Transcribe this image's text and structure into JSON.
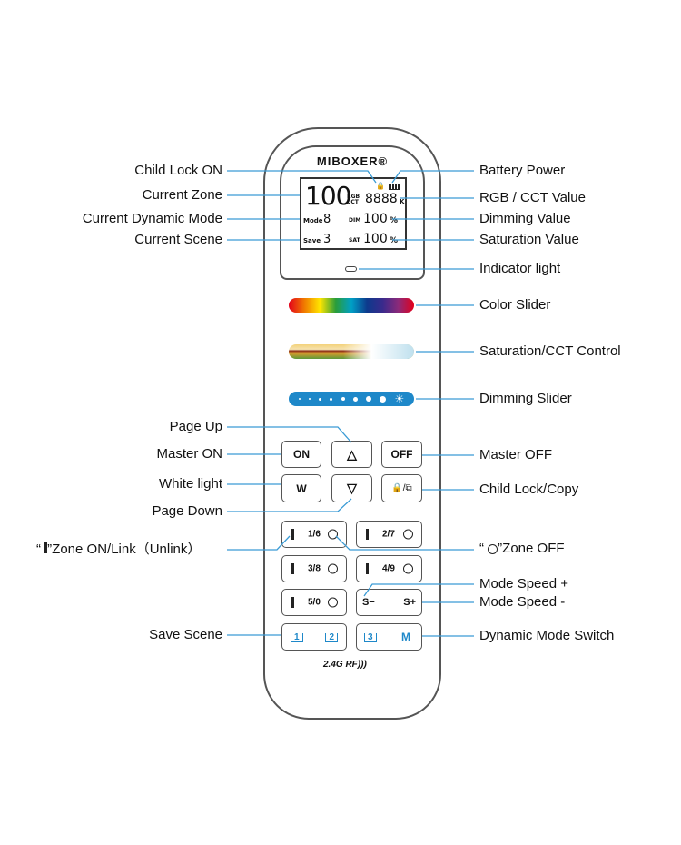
{
  "brand": "MIBOXER®",
  "lcd": {
    "zone": "100",
    "rgb": "RGB",
    "cct": "CCT",
    "value": "8888",
    "unit": "K",
    "mode_label": "Mode",
    "mode_value": "8",
    "save_label": "Save",
    "save_value": "3",
    "dim_label": "DIM",
    "dim_value": "100",
    "sat_label": "SAT",
    "sat_value": "100",
    "percent": "%"
  },
  "buttons": {
    "on": "ON",
    "off": "OFF",
    "w": "W",
    "page_up": "△",
    "page_down": "▽",
    "lock_copy": "🔒/⧉",
    "zones": [
      "1/6",
      "2/7",
      "3/8",
      "4/9",
      "5/0"
    ],
    "speed_minus": "S−",
    "speed_plus": "S+",
    "scene1": "1",
    "scene2": "2",
    "scene3": "3",
    "mode": "M"
  },
  "rf": "2.4G RF",
  "labels_left": {
    "child_lock_on": "Child Lock ON",
    "current_zone": "Current Zone",
    "current_dynamic_mode": "Current Dynamic Mode",
    "current_scene": "Current Scene",
    "page_up": "Page Up",
    "master_on": "Master ON",
    "white_light": "White light",
    "page_down": "Page Down",
    "zone_on_prefix": "“",
    "zone_on_text": "”Zone ON/Link（Unlink）",
    "save_scene": "Save Scene"
  },
  "labels_right": {
    "battery_power": "Battery Power",
    "rgb_cct_value": "RGB / CCT Value",
    "dimming_value": "Dimming Value",
    "saturation_value": "Saturation Value",
    "indicator_light": "Indicator light",
    "color_slider": "Color Slider",
    "saturation_cct": "Saturation/CCT Control",
    "dimming_slider": "Dimming Slider",
    "master_off": "Master OFF",
    "child_lock_copy": "Child Lock/Copy",
    "zone_off_prefix": "“",
    "zone_off_text": "”Zone OFF",
    "mode_speed_plus": "Mode Speed +",
    "mode_speed_minus": "Mode Speed -",
    "dynamic_mode_switch": "Dynamic Mode Switch"
  },
  "colors": {
    "line": "#3a9bd5",
    "dim_slider": "#1e88c9"
  }
}
